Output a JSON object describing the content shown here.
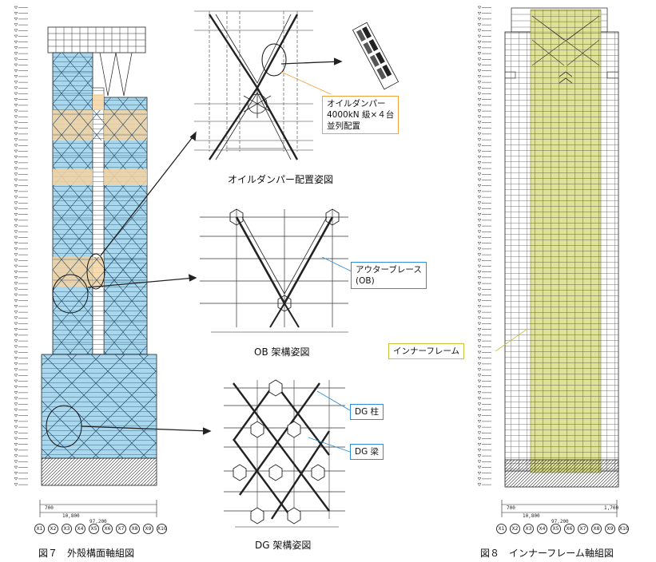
{
  "captions": {
    "fig7": "図７　外殻構面軸組図",
    "fig8": "図８　インナーフレーム軸組図",
    "oil_damper_view": "オイルダンパー配置姿図",
    "ob_view": "OB 架構姿図",
    "dg_view": "DG 架構姿図"
  },
  "callouts": {
    "oil_damper_line1": "オイルダンパー",
    "oil_damper_line2": "4000kN 級×４台",
    "oil_damper_line3": "並列配置",
    "outer_brace_line1": "アウターブレース",
    "outer_brace_line2": "(OB)",
    "dg_column": "DG 柱",
    "dg_beam": "DG 梁",
    "inner_frame": "インナーフレーム"
  },
  "axes": [
    "X1",
    "X2",
    "X3",
    "X4",
    "X5",
    "X6",
    "X7",
    "X8",
    "X9",
    "X10"
  ],
  "dimensions": {
    "left_span": "10,800",
    "total": "97,200",
    "top_offset": "700",
    "right_offset": "1,700"
  },
  "colors": {
    "outer_shell": "#a9d8ee",
    "damper_zone": "#f6d3a1",
    "inner_frame": "#d9dd86",
    "orange_callout": "#f2a23a",
    "blue_callout": "#2f8fd6",
    "olive_callout": "#c7c33a"
  }
}
